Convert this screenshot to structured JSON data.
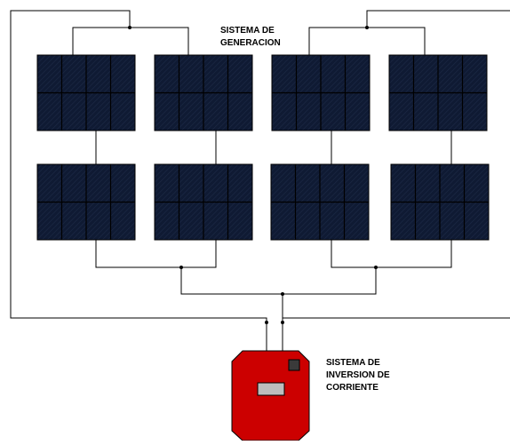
{
  "labels": {
    "generation": [
      "SISTEMA DE",
      "GENERACION"
    ],
    "inverter": [
      "SISTEMA DE",
      "INVERSION DE",
      "CORRIENTE"
    ]
  },
  "colors": {
    "wire": "#000000",
    "panel_fill": "#0f1a33",
    "panel_grid": "#000000",
    "panel_hatch": "#1d2a47",
    "inverter_body": "#cc0000",
    "inverter_display": "#bdbdbd",
    "inverter_indicator": "#3a3a3a"
  },
  "diagram": {
    "solar_panel_count": 8,
    "panel_grid": {
      "columns": 4,
      "rows": 2
    },
    "components": [
      "solar-panel",
      "inverter"
    ]
  }
}
